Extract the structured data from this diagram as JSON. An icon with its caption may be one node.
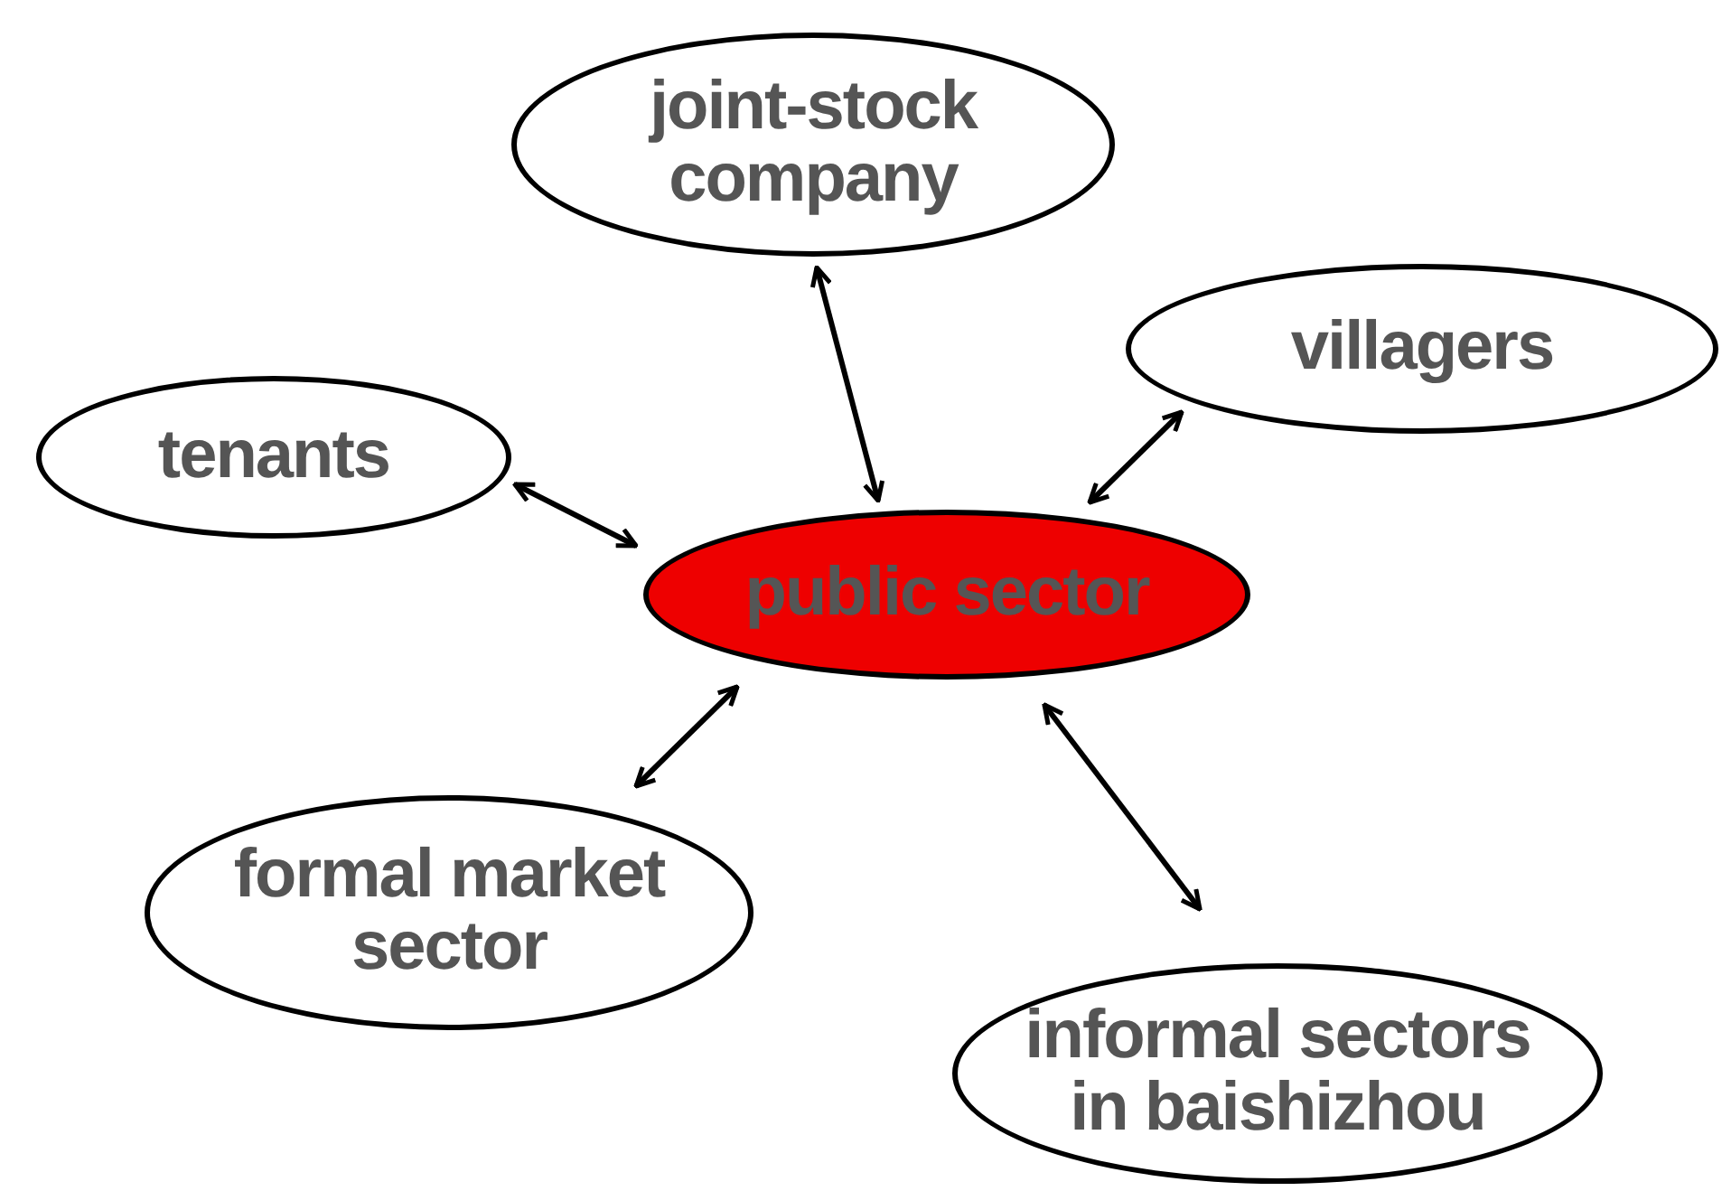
{
  "diagram": {
    "nodes": [
      {
        "text": [
          "public sector"
        ]
      },
      {
        "text": [
          "joint-stock company"
        ]
      },
      {
        "text": [
          "villagers"
        ]
      },
      {
        "text": [
          "tenants"
        ]
      },
      {
        "text": [
          "formal market sector"
        ]
      },
      {
        "text": [
          "informal sectors in baishizhou"
        ]
      }
    ],
    "edges": [
      {
        "from": 1,
        "to": 0,
        "arrow": "both"
      },
      {
        "from": 2,
        "to": 0,
        "arrow": "both"
      },
      {
        "from": 3,
        "to": 0,
        "arrow": "both"
      },
      {
        "from": 4,
        "to": 0,
        "arrow": "both"
      },
      {
        "from": 5,
        "to": 0,
        "arrow": "both"
      }
    ]
  }
}
